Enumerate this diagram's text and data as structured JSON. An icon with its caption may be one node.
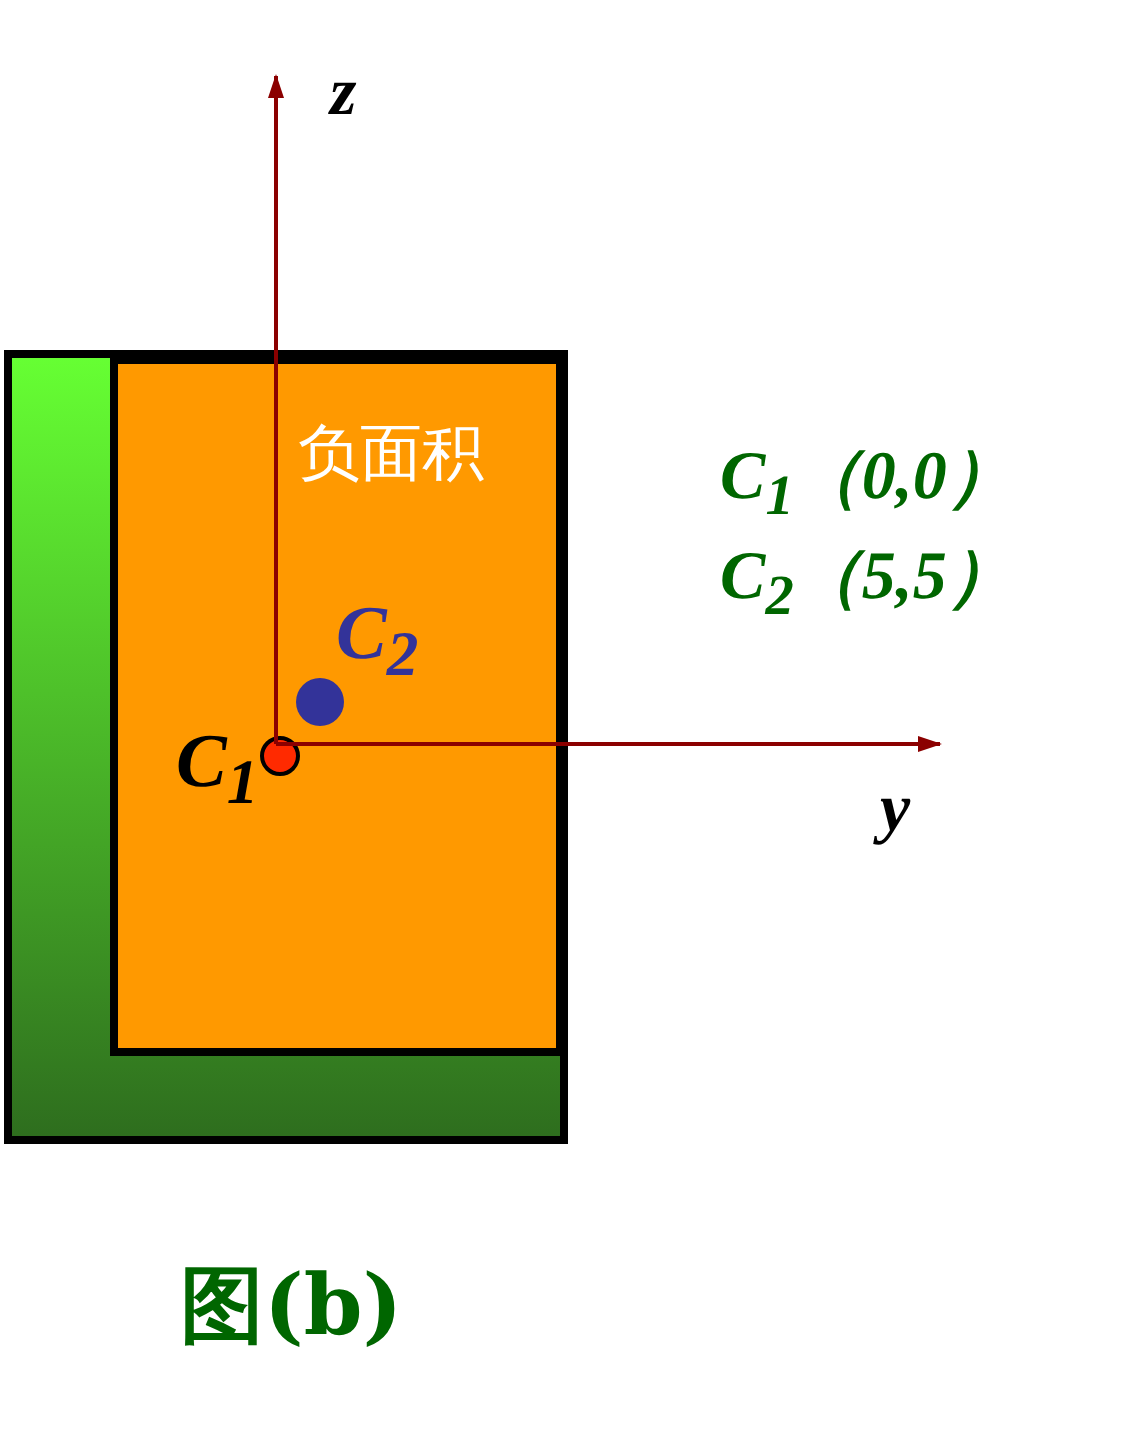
{
  "diagram": {
    "caption": "图(b)",
    "nodes": [
      {
        "text": [],
        "shape": "box"
      },
      {
        "text": [
          "负面积"
        ],
        "in": 0
      },
      {
        "text": [],
        "shape": "circle",
        "beside": [
          "C$_{1}$"
        ],
        "in": 1
      },
      {
        "text": [],
        "shape": "circle",
        "beside": [
          "C$_{2}$"
        ],
        "in": 1
      }
    ],
    "labels": [
      "z",
      "y",
      "C$_{1}$（0,0）",
      "C$_{2}$（5,5）"
    ]
  }
}
